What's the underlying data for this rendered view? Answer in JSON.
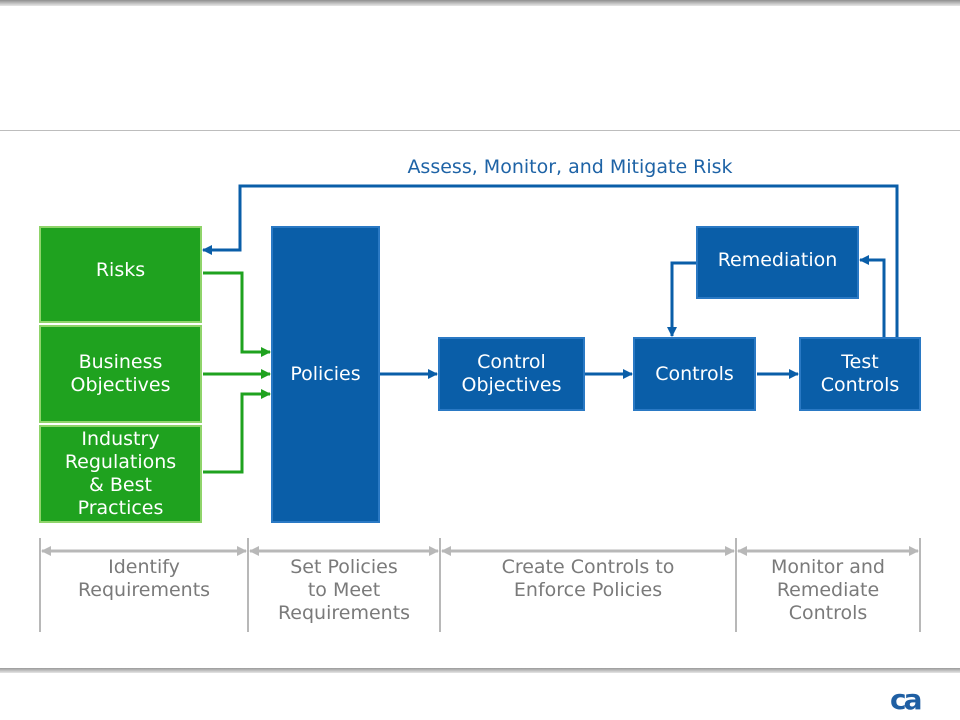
{
  "diagram": {
    "feedback_label": "Assess, Monitor, and Mitigate Risk",
    "inputs": {
      "risks": "Risks",
      "business": "Business\nObjectives",
      "industry": "Industry\nRegulations\n& Best\nPractices"
    },
    "policies": "Policies",
    "control_objectives": "Control\nObjectives",
    "controls": "Controls",
    "test_controls": "Test\nControls",
    "remediation": "Remediation"
  },
  "phases": [
    {
      "label": "Identify\nRequirements"
    },
    {
      "label": "Set Policies\nto Meet\nRequirements"
    },
    {
      "label": "Create Controls to\nEnforce Policies"
    },
    {
      "label": "Monitor and\nRemediate\nControls"
    }
  ],
  "logo": {
    "text": "ca"
  },
  "colors": {
    "green": "#1fa21f",
    "blue": "#0a5ea8",
    "gray": "#b8b8b8"
  }
}
